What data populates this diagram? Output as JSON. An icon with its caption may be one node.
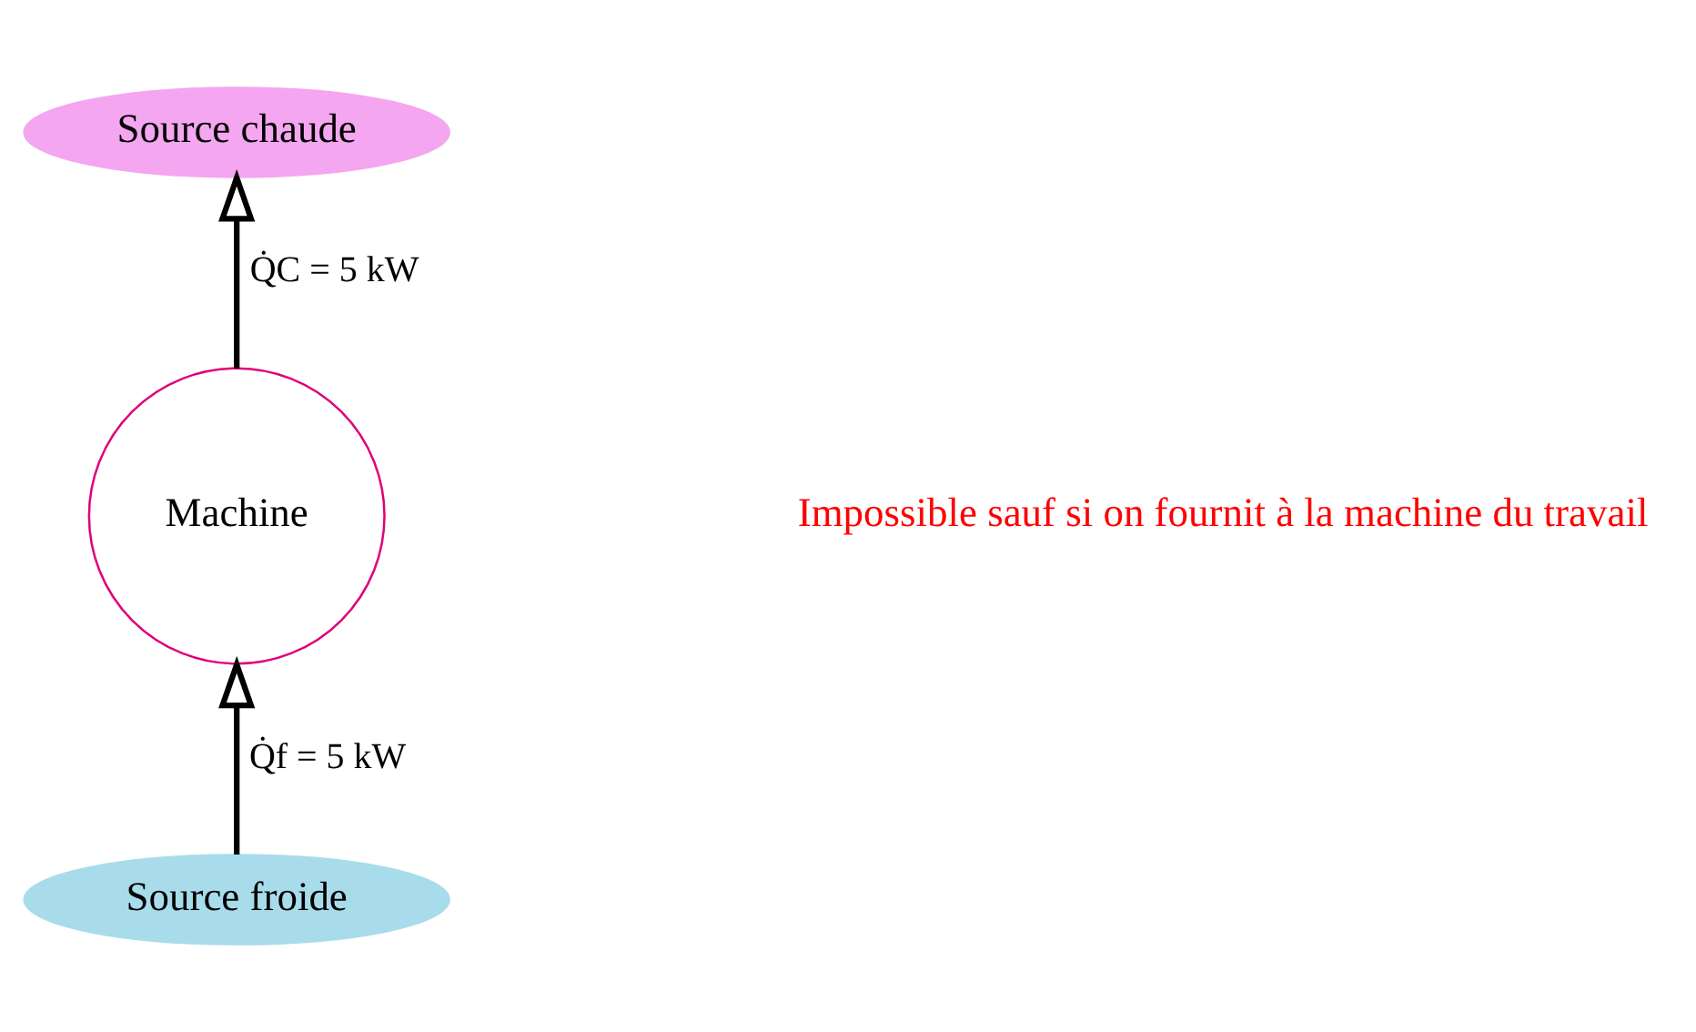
{
  "diagram": {
    "nodes": [
      {
        "text": [
          "Source chaude"
        ]
      },
      {
        "text": [
          "Machine"
        ]
      },
      {
        "text": [
          "Source froide"
        ]
      }
    ],
    "edges": [
      {
        "from": 1,
        "to": 0,
        "arrow": "to",
        "label": "Q̇C = 5 kW"
      },
      {
        "from": 2,
        "to": 1,
        "arrow": "to",
        "label": "Q̇f = 5 kW"
      }
    ],
    "labels": [
      "Impossible sauf si on fournit à la machine du travail"
    ]
  }
}
